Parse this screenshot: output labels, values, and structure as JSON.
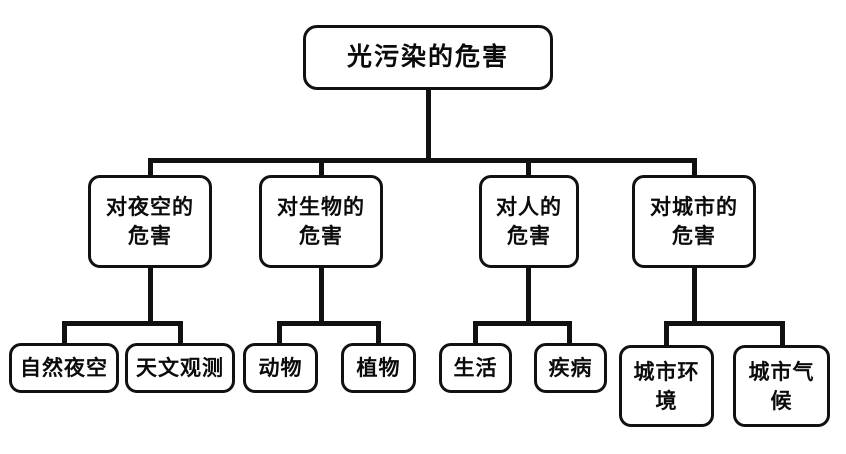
{
  "diagram": {
    "type": "tree",
    "title": "光污染的危害",
    "orientation": "top-down",
    "line_color": "#111111",
    "node_fill": "#ffffff",
    "background": "#ffffff",
    "root": {
      "id": "root",
      "label": "光污染的危害"
    },
    "level2": [
      {
        "id": "night-sky",
        "label": "对夜空的\n危害"
      },
      {
        "id": "organisms",
        "label": "对生物的\n危害"
      },
      {
        "id": "humans",
        "label": "对人的\n危害"
      },
      {
        "id": "city",
        "label": "对城市的\n危害"
      }
    ],
    "leaves": [
      {
        "id": "natural-night-sky",
        "parent": "night-sky",
        "label": "自然夜空"
      },
      {
        "id": "astronomical-observation",
        "parent": "night-sky",
        "label": "天文观测"
      },
      {
        "id": "animals",
        "parent": "organisms",
        "label": "动物"
      },
      {
        "id": "plants",
        "parent": "organisms",
        "label": "植物"
      },
      {
        "id": "daily-life",
        "parent": "humans",
        "label": "生活"
      },
      {
        "id": "disease",
        "parent": "humans",
        "label": "疾病"
      },
      {
        "id": "urban-environment",
        "parent": "city",
        "label": "城市环\n境"
      },
      {
        "id": "urban-climate",
        "parent": "city",
        "label": "城市气\n候"
      }
    ]
  }
}
